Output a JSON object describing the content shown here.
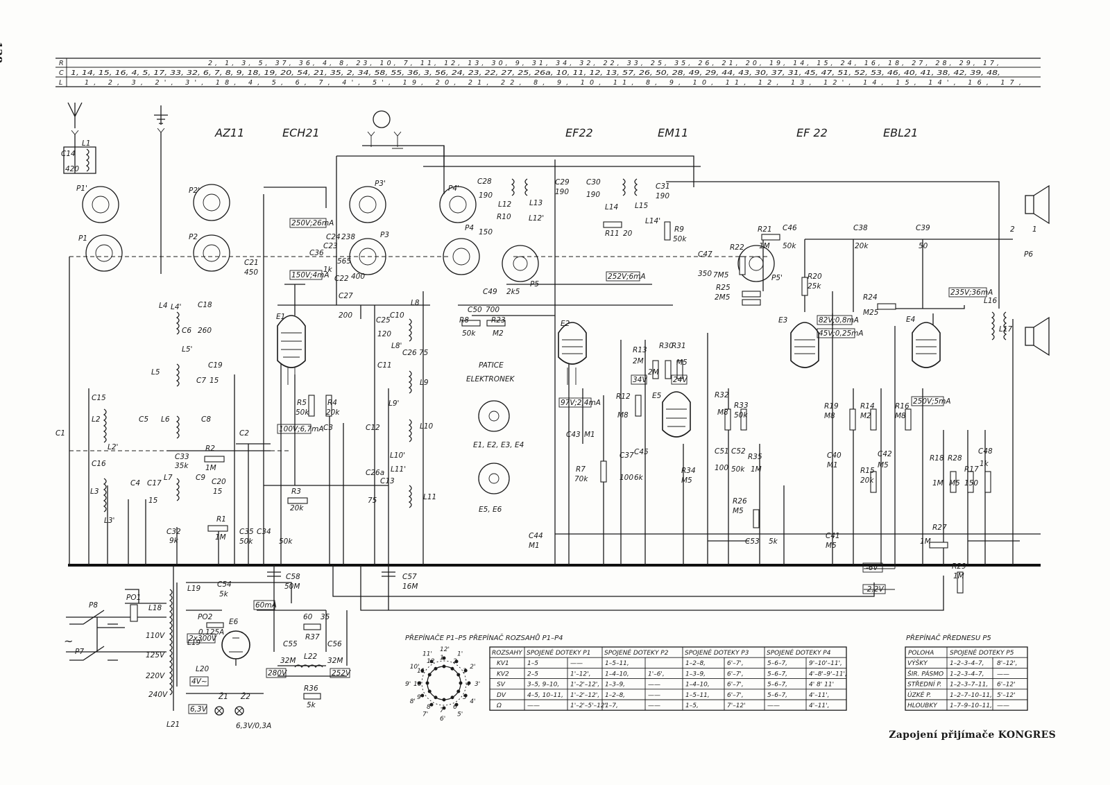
{
  "page_number": "138",
  "caption": "Zapojení přijímače KONGRES",
  "index_rows": [
    {
      "key": "R",
      "text": "2, 1,   3, 5, 37, 36, 4,   8,  23, 10,   7,  11,  12,  13, 30, 9, 31,  34,  32, 22, 33, 25, 35, 26, 21,  20,  19,  14, 15, 24, 16,  18, 27, 28, 29, 17,"
    },
    {
      "key": "C",
      "text": "1, 14, 15, 16, 4, 5, 17,  33, 32, 6, 7, 8, 9, 18, 19, 20, 54,  21, 35, 2, 34,  58, 55,  36, 3, 56, 24, 23, 22, 27, 25, 26a, 10, 11, 12, 13, 57, 26,  50, 28, 49,  29, 44,  43,  30,  37,  31, 45,  47, 51,  52,  53,  46,  40,  41,  38,  42,  39,  48,"
    },
    {
      "key": "L",
      "text": "1, 2, 3, 2', 3',  18, 4, 5, 6, 7, 4', 5', 19, 20, 21,  22,  8, 9, 10, 11, 8, 9, 10, 11,  12,  13, 12',  14, 15, 14',  16, 17,"
    }
  ],
  "tubes": {
    "t_az11": "AZ11",
    "t_ech21": "ECH21",
    "t_ef22a": "EF22",
    "t_em11": "EM11",
    "t_ef22b": "EF 22",
    "t_ebl21": "EBL21"
  },
  "components": {
    "L1": "L1",
    "C14": "C14",
    "C14v": "420",
    "P1p": "P1'",
    "P1": "P1",
    "P2p": "P2'",
    "P2": "P2",
    "C21": "C21",
    "C21v": "450",
    "L4": "L4",
    "L4p": "L4'",
    "C18": "C18",
    "C6": "C6",
    "C6v": "260",
    "L5": "L5",
    "L5p": "L5'",
    "C19": "C19",
    "C7": "C7",
    "C19v": "15",
    "C15": "C15",
    "L2": "L2",
    "L2p": "L2'",
    "C5": "C5",
    "C1": "C1",
    "C2": "C2",
    "L6": "L6",
    "C8": "C8",
    "R2": "R2",
    "R2v": "1M",
    "C33": "C33",
    "C33v": "35k",
    "C16": "C16",
    "L3": "L3",
    "L3p": "L3'",
    "C4": "C4",
    "C17": "C17",
    "C17v": "15",
    "L7": "L7",
    "C9": "C9",
    "C20": "C20",
    "C20v": "15",
    "R1": "R1",
    "R1v": "1M",
    "C32": "C32",
    "C32v": "9k",
    "C35": "C35",
    "C35v": "50k",
    "C34": "C34",
    "C34v": "50k",
    "E1": "E1",
    "v150": "150V;4mA",
    "v250a": "250V;26mA",
    "R5": "R5",
    "R5v": "50k",
    "R4": "R4",
    "R4v": "20k",
    "v100": "100V;6,7mA",
    "C3": "C3",
    "R3": "R3",
    "R3v": "20k",
    "C36": "C36",
    "C36v": "1k",
    "C24": "C24",
    "C23": "C23",
    "C22": "C22",
    "v238": "238",
    "v565": "565",
    "v400": "400",
    "P3p": "P3'",
    "P3": "P3",
    "C27": "C27",
    "C27v": "200",
    "C25": "C25",
    "C10": "C10",
    "C25v": "120",
    "L8": "L8",
    "L8p": "L8'",
    "C26": "C26",
    "C26v": "75",
    "C11": "C11",
    "L9": "L9",
    "L9p": "L9'",
    "C12": "C12",
    "L10": "L10",
    "L10p": "L10'",
    "C26a": "C26a",
    "C13": "C13",
    "C26av": "75",
    "L11": "L11",
    "L11p": "L11'",
    "P4p": "P4'",
    "P4": "P4",
    "C28": "C28",
    "C28v": "190",
    "L12": "L12",
    "L12p": "L12'",
    "L13": "L13",
    "C29": "C29",
    "C29v": "190",
    "R10": "R10",
    "v150b": "150",
    "P5": "P5",
    "C49": "C49",
    "C49v": "2k5",
    "C50": "C50",
    "C50v": "700",
    "R8": "R8",
    "R8v": "50k",
    "R23": "R23",
    "R23v": "M2",
    "C30": "C30",
    "C30v": "190",
    "L14": "L14",
    "L14p": "L14'",
    "L15": "L15",
    "C31": "C31",
    "C31v": "190",
    "R11": "R11",
    "R11v": "20",
    "R9": "R9",
    "R9v": "50k",
    "v252a": "252V;6mA",
    "E2": "E2",
    "v97": "97V;2,4mA",
    "C43": "C43",
    "C43v": "M1",
    "R7": "R7",
    "R7v": "70k",
    "C44": "C44",
    "C44v": "M1",
    "R13": "R13",
    "R13v": "2M",
    "R30": "R30",
    "R30v": "2M",
    "R31": "R31",
    "R31v": "M5",
    "v34": "34V",
    "v24": "24V",
    "E5": "E5",
    "R12": "R12",
    "R12v": "M8",
    "C37": "C37",
    "C37v": "100",
    "C45": "C45",
    "C45v": "6k",
    "patice": "PATICE",
    "elektronek": "ELEKTRONEK",
    "sock1": "E1, E2, E3, E4",
    "sock2": "E5, E6",
    "C47": "C47",
    "C47v": "350",
    "R22": "R22",
    "R22v": "7M5",
    "R25": "R25",
    "R25v": "2M5",
    "P5p": "P5'",
    "R21": "R21",
    "R21v": "1M",
    "C46": "C46",
    "C46v": "50k",
    "C38": "C38",
    "C38v": "20k",
    "R20": "R20",
    "R20v": "25k",
    "R24": "R24",
    "R24v": "M25",
    "E3": "E3",
    "v82": "82V;0,8mA",
    "v45": "45V;0,25mA",
    "R32": "R32",
    "R32v": "M8",
    "R33": "R33",
    "R33v": "50k",
    "C51": "C51",
    "C51v": "100",
    "C52": "C52",
    "C52v": "50k",
    "R35": "R35",
    "R35v": "1M",
    "R34": "R34",
    "R34v": "M5",
    "R26": "R26",
    "R26v": "M5",
    "C53": "C53",
    "C53v": "5k",
    "R19": "R19",
    "R19v": "M8",
    "R14": "R14",
    "R14v": "M2",
    "C40": "C40",
    "C40v": "M1",
    "R15": "R15",
    "R15v": "20k",
    "C42": "C42",
    "C42v": "M5",
    "C41": "C41",
    "C41v": "M5",
    "C39": "C39",
    "C39v": "50",
    "E4": "E4",
    "v235": "235V;36mA",
    "v250b": "250V;5mA",
    "R16": "R16",
    "R16v": "M8",
    "R18": "R18",
    "R18v": "1M",
    "R28": "R28",
    "R28v": "M5",
    "R17": "R17",
    "R17v": "150",
    "C48": "C48",
    "C48v": "1k",
    "R27": "R27",
    "R27v": "1M",
    "R29": "R29",
    "R29v": "1M",
    "L16": "L16",
    "L17": "L17",
    "P6": "P6",
    "spk2": "2",
    "spk1": "1",
    "m6": "-6V",
    "m22": "-2,2V",
    "C58": "C58",
    "C58v": "50M",
    "C57": "C57",
    "C57v": "16M",
    "P8": "P8",
    "P7": "P7",
    "PO1": "PO1",
    "L18": "L18",
    "L19": "L19",
    "L19p": "L19'",
    "C54": "C54",
    "C54v": "5k",
    "PO2": "PO2",
    "PO2v": "0,125A",
    "v2x300": "2x300V",
    "E6": "E6",
    "v60mA": "60mA",
    "v60": "60",
    "v35": "35",
    "R37": "R37",
    "C55": "C55",
    "C55v": "32M",
    "C56": "C56",
    "C56v": "32M",
    "L22": "L22",
    "R36": "R36",
    "R36v": "5k",
    "v280": "280V",
    "v252b": "252V",
    "t110": "110V",
    "t125": "125V",
    "t220": "220V",
    "t240": "240V",
    "L20": "L20",
    "v4": "4V~",
    "L21": "L21",
    "v63": "6,3V",
    "Z1": "Ž1",
    "Z2": "Ž2",
    "lamp": "6,3V/0,3A",
    "ac": "~"
  },
  "switch_title": "PŘEPÍNAČE P1–P5   PŘEPÍNAČ ROZSAHŮ P1–P4",
  "contacts": [
    "12'",
    "1'",
    "2'",
    "3'",
    "4'",
    "5'",
    "6'",
    "7'",
    "8'",
    "9'",
    "10'",
    "11'",
    "1",
    "2",
    "3",
    "4",
    "5",
    "6",
    "7",
    "8",
    "9",
    "10",
    "11",
    "12"
  ],
  "range_table": {
    "headers": [
      "ROZSAHY",
      "SPOJENÉ DOTEKY P1",
      "SPOJENÉ DOTEKY P2",
      "SPOJENÉ DOTEKY P3",
      "SPOJENÉ DOTEKY P4"
    ],
    "rows": [
      [
        "KV1",
        "1–5",
        "——",
        "1–5–11,",
        "",
        "1–2–8,",
        "6'–7',",
        "5–6–7,",
        "9'–10'–11',"
      ],
      [
        "KV2",
        "2–5",
        "1'–12',",
        "1–4–10,",
        "1'–6',",
        "1–3–9,",
        "6'–7',",
        "5–6–7,",
        "4'–8'–9'–11',"
      ],
      [
        "SV",
        "3–5, 9–10,",
        "1'–2'–12',",
        "1–3–9,",
        "——",
        "1–4–10,",
        "6'–7',",
        "5–6–7,",
        "4' 8' 11'"
      ],
      [
        "DV",
        "4–5, 10–11,",
        "1'–2'–12',",
        "1–2–8,",
        "——",
        "1–5–11,",
        "6'–7',",
        "5–6–7,",
        "4'–11',"
      ],
      [
        "Ω",
        "——",
        "1'–2'–5'–12'",
        "1–7,",
        "——",
        "1–5,",
        "7'–12'",
        "——",
        "4'–11',"
      ]
    ]
  },
  "tone_title": "PŘEPÍNAČ PŘEDNESU P5",
  "tone_table": {
    "headers": [
      "POLOHA",
      "SPOJENÉ DOTEKY P5"
    ],
    "rows": [
      [
        "VÝŠKY",
        "1–2–3–4–7,",
        "8'–12',"
      ],
      [
        "ŠIR. PÁSMO",
        "1–2–3–4–7,",
        "——"
      ],
      [
        "STŘEDNÍ P.",
        "1–2–3–7–11,",
        "6'–12'"
      ],
      [
        "ÚZKÉ P.",
        "1–2–7–10–11,",
        "5'–12'"
      ],
      [
        "HLOUBKY",
        "1–7–9–10–11,",
        "——"
      ]
    ]
  }
}
